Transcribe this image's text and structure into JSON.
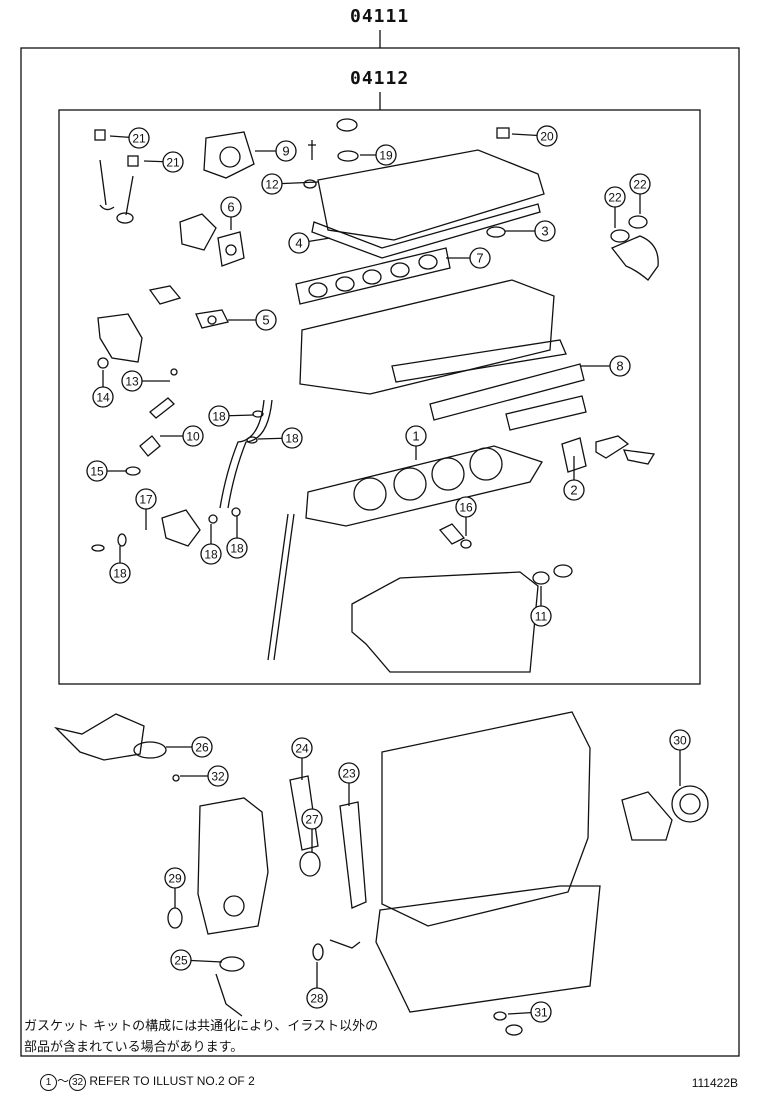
{
  "kit_labels": {
    "outer": "04111",
    "inner": "04112"
  },
  "notes": {
    "jp_line1": "ガスケット キットの構成には共通化により、イラスト以外の",
    "jp_line2": "部品が含まれている場合があります。",
    "ref_start": "1",
    "ref_tilde": "～",
    "ref_end": "32",
    "ref_text": "REFER TO ILLUST NO.2 OF 2"
  },
  "illustration_code": "111422B",
  "callouts": [
    {
      "n": "21"
    },
    {
      "n": "21"
    },
    {
      "n": "9"
    },
    {
      "n": "19"
    },
    {
      "n": "20"
    },
    {
      "n": "12"
    },
    {
      "n": "6"
    },
    {
      "n": "4"
    },
    {
      "n": "3"
    },
    {
      "n": "22"
    },
    {
      "n": "22"
    },
    {
      "n": "7"
    },
    {
      "n": "5"
    },
    {
      "n": "8"
    },
    {
      "n": "13"
    },
    {
      "n": "14"
    },
    {
      "n": "18"
    },
    {
      "n": "18"
    },
    {
      "n": "10"
    },
    {
      "n": "1"
    },
    {
      "n": "15"
    },
    {
      "n": "2"
    },
    {
      "n": "17"
    },
    {
      "n": "16"
    },
    {
      "n": "18"
    },
    {
      "n": "18"
    },
    {
      "n": "18"
    },
    {
      "n": "11"
    },
    {
      "n": "26"
    },
    {
      "n": "32"
    },
    {
      "n": "24"
    },
    {
      "n": "23"
    },
    {
      "n": "30"
    },
    {
      "n": "27"
    },
    {
      "n": "29"
    },
    {
      "n": "25"
    },
    {
      "n": "28"
    },
    {
      "n": "31"
    }
  ]
}
